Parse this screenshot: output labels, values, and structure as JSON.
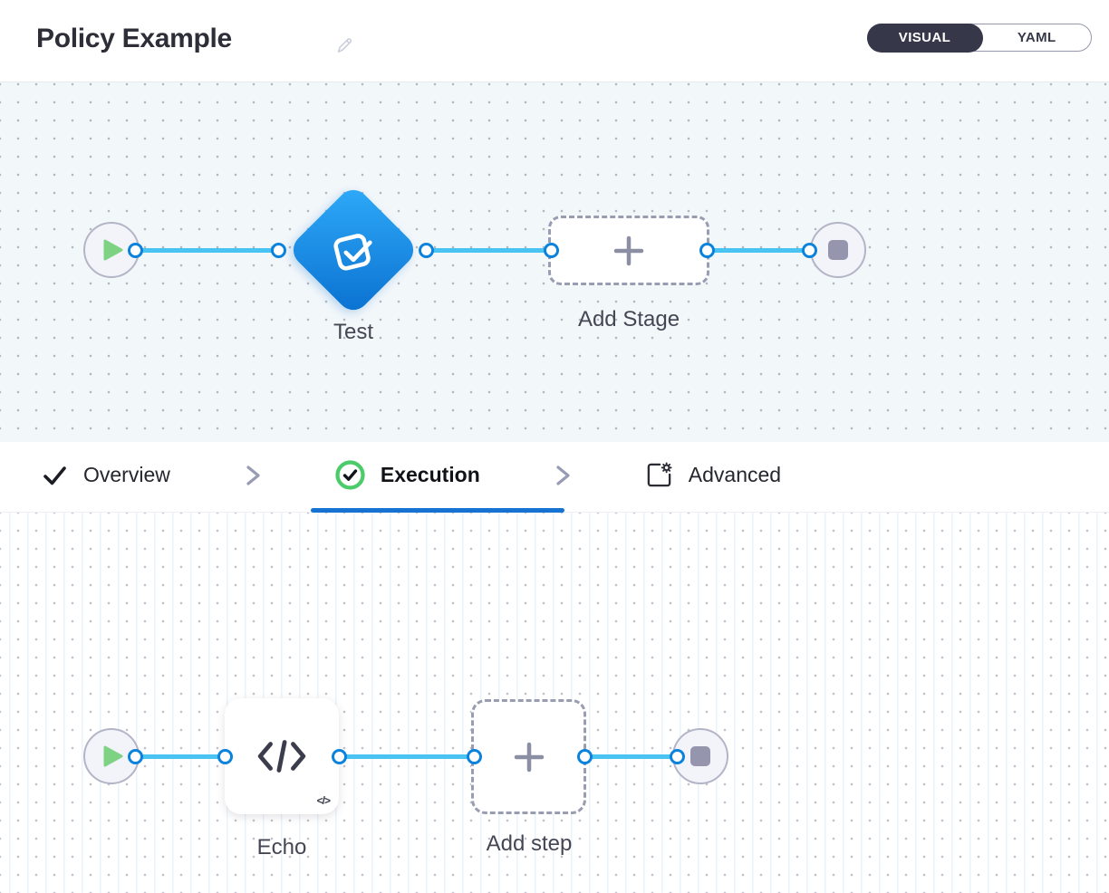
{
  "header": {
    "title": "Policy Example",
    "edit_icon": "pencil-icon",
    "view_toggle": {
      "visual_label": "VISUAL",
      "yaml_label": "YAML",
      "selected": "VISUAL"
    }
  },
  "stage_pipeline": {
    "start_icon": "play-icon",
    "end_icon": "stop-icon",
    "node_icon": "approval-check-icon",
    "node_label": "Test",
    "add_label": "Add Stage",
    "add_icon": "plus-icon"
  },
  "tab_bar": {
    "items": [
      {
        "label": "Overview",
        "icon": "check-icon",
        "active": false,
        "completed": true
      },
      {
        "label": "Execution",
        "icon": "check-circle-icon",
        "active": true,
        "completed": true
      },
      {
        "label": "Advanced",
        "icon": "panel-gear-icon",
        "active": false,
        "completed": false
      }
    ]
  },
  "step_pipeline": {
    "start_icon": "play-icon",
    "end_icon": "stop-icon",
    "node_icon": "code-icon",
    "node_label": "Echo",
    "node_badge": "</>",
    "add_label": "Add step",
    "add_icon": "plus-icon"
  },
  "colors": {
    "port_blue": "#0b82dc",
    "connector_blue": "#49c3f1",
    "node_gradient_start": "#2fabf9",
    "node_gradient_end": "#0a70d0",
    "tab_underline_blue": "#1673d2",
    "success_green": "#4ccb6b",
    "play_green": "#7ed283",
    "toggle_dark": "#363849",
    "canvas_blue_bg": "#f2f7fa"
  }
}
